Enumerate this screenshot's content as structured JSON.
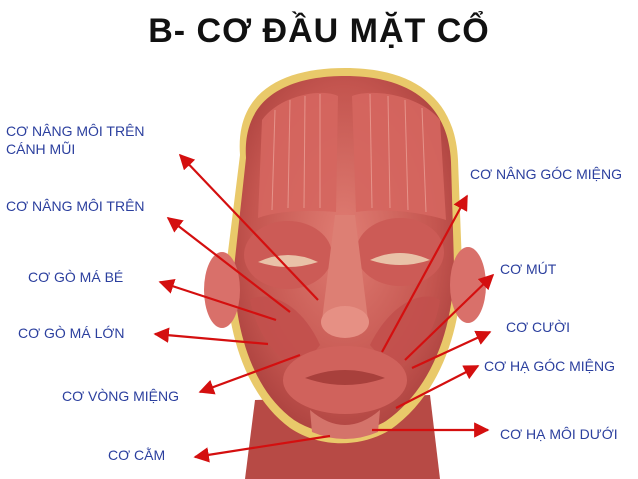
{
  "title": "B- CƠ ĐẦU MẶT CỔ",
  "colors": {
    "label": "#2b3f9e",
    "arrow": "#d40f0f",
    "muscle": "#c9605a",
    "title": "#111111"
  },
  "labels": {
    "nang_moi_tren_canh_mui_1": "CƠ NÂNG MÔI TRÊN",
    "nang_moi_tren_canh_mui_2": "CÁNH MŨI",
    "nang_moi_tren": "CƠ NÂNG MÔI TRÊN",
    "go_ma_be": "CƠ GÒ MÁ BÉ",
    "go_ma_lon": "CƠ GÒ MÁ LỚN",
    "vong_mieng": "CƠ VÒNG MIỆNG",
    "cam": "CƠ CẰM",
    "nang_goc_mieng": "CƠ NÂNG GÓC MIỆNG",
    "mut": "CƠ MÚT",
    "cuoi": "CƠ CƯỜI",
    "ha_goc_mieng": "CƠ HẠ GÓC MIỆNG",
    "ha_moi_duoi": "CƠ HẠ MÔI DƯỚI"
  }
}
